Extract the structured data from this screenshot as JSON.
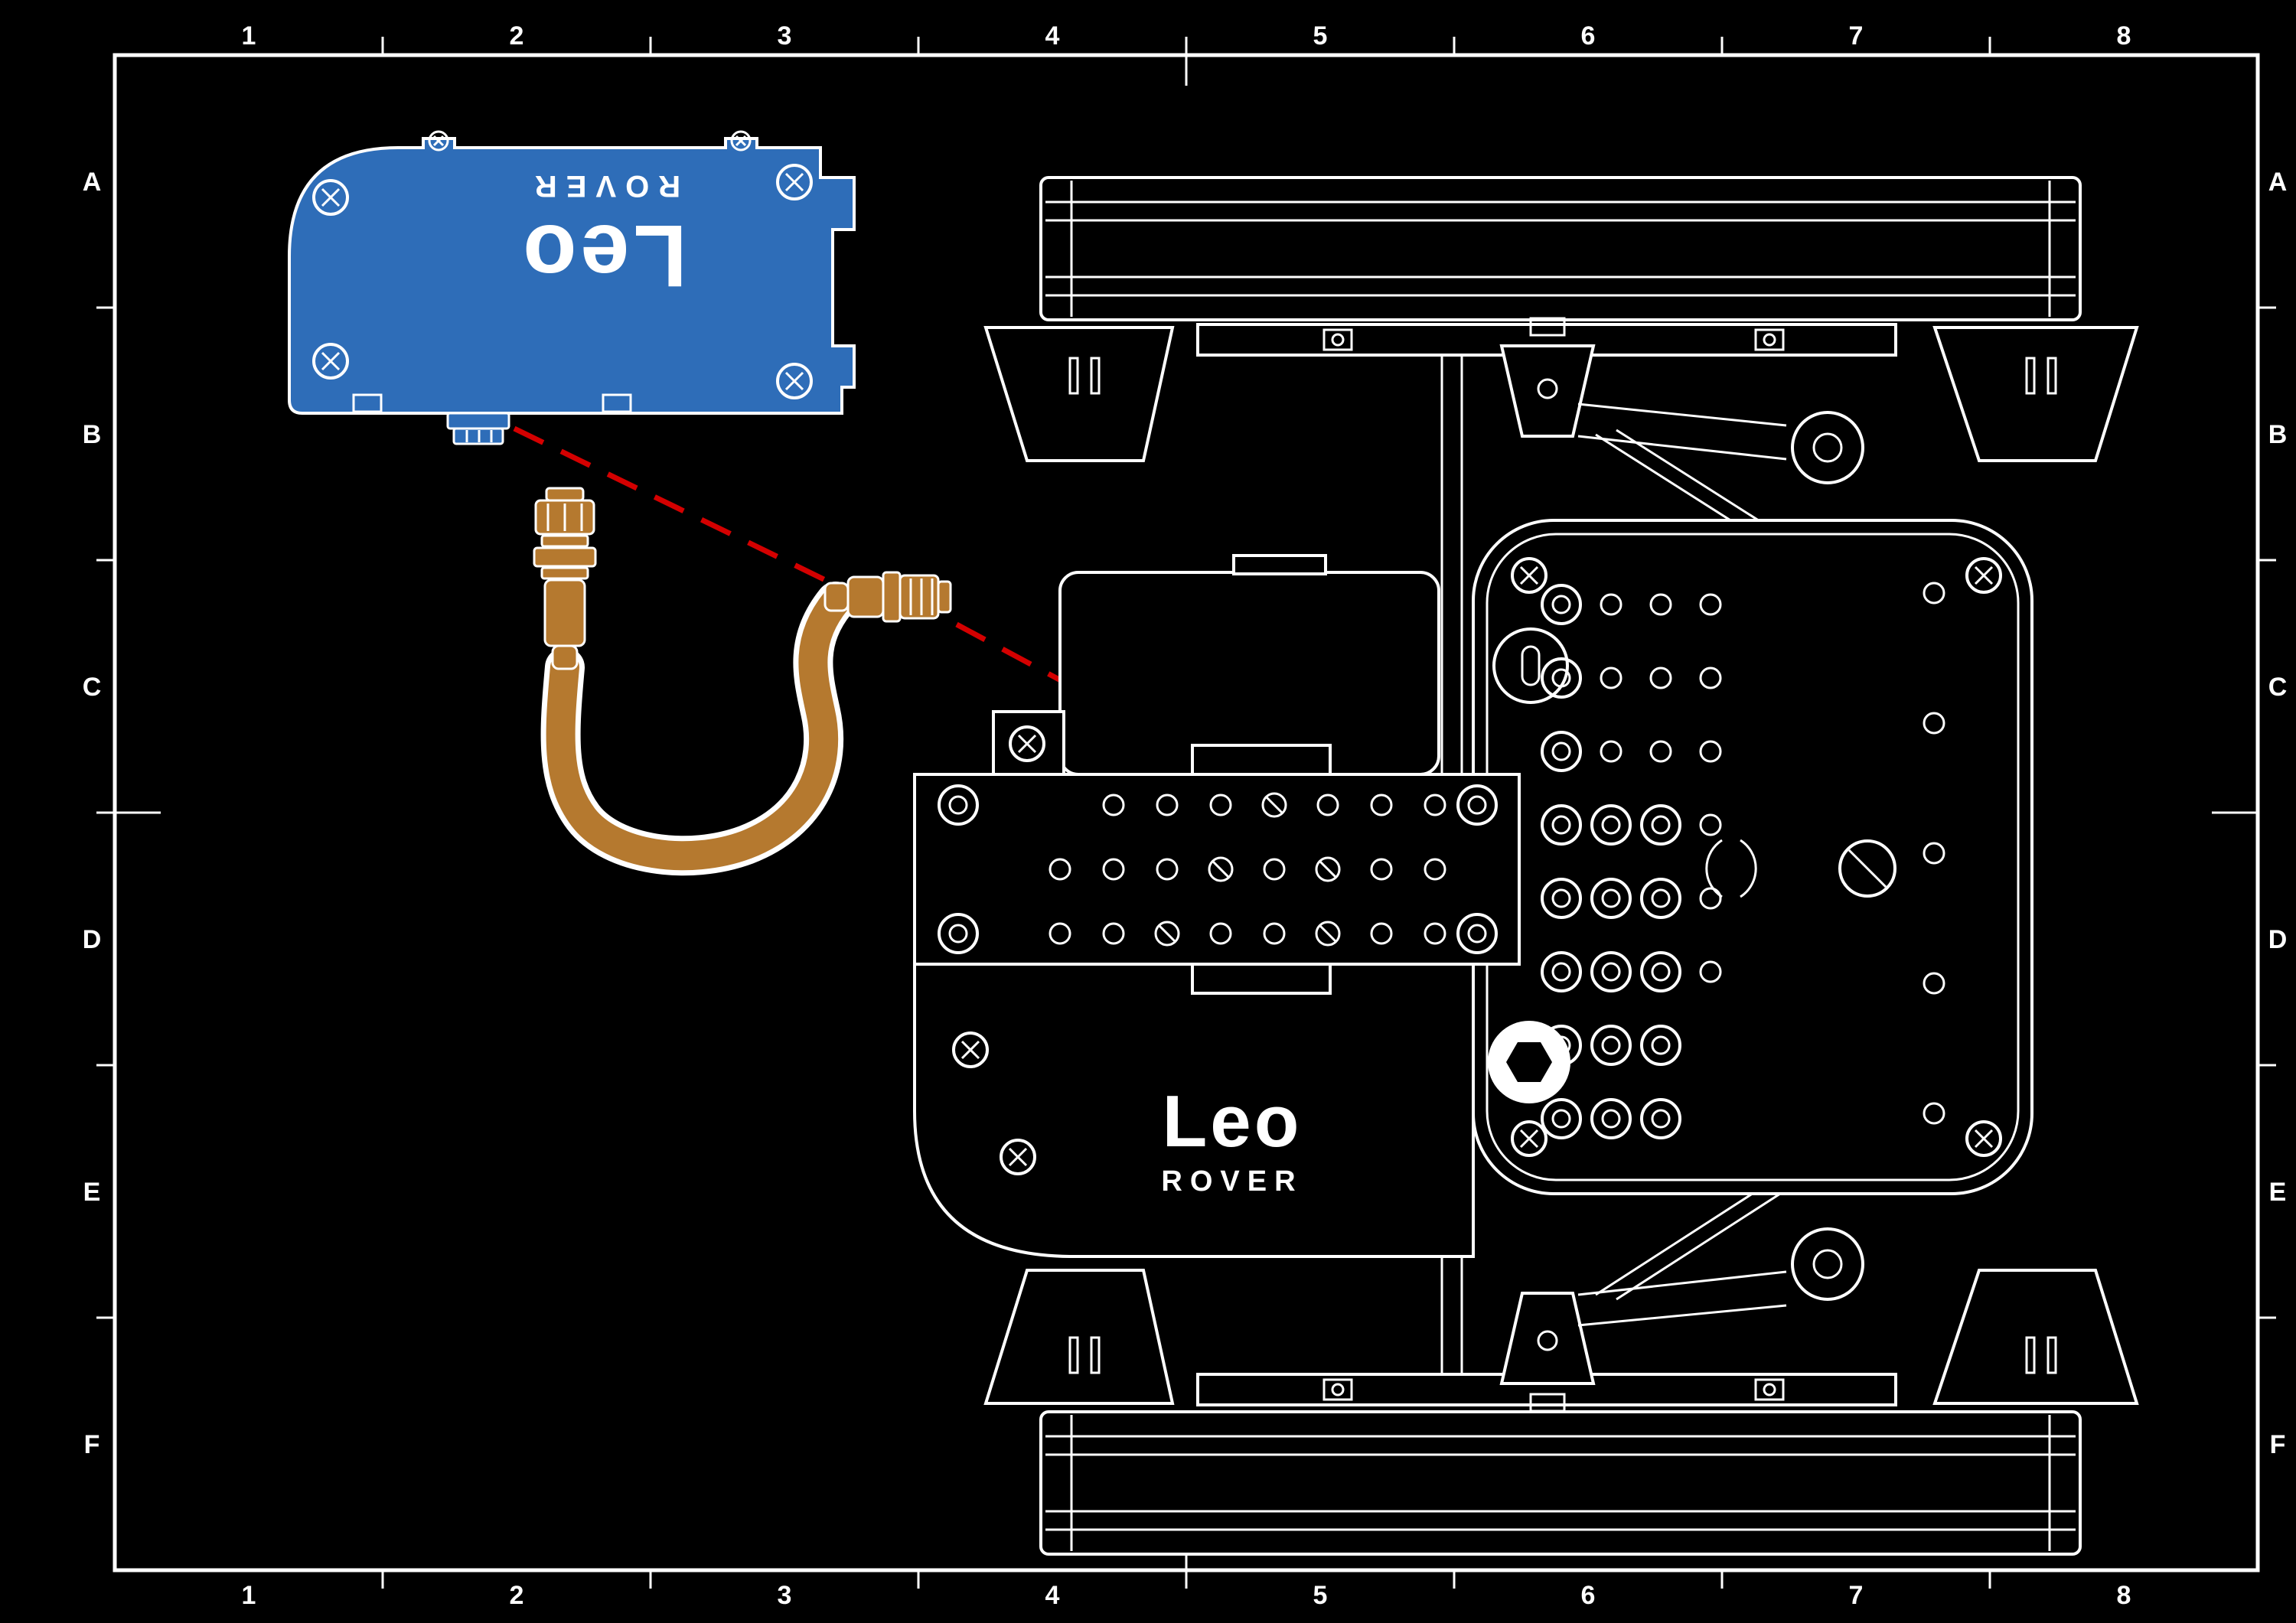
{
  "diagram": {
    "grid": {
      "columns": [
        "1",
        "2",
        "3",
        "4",
        "5",
        "6",
        "7",
        "8"
      ],
      "rows": [
        "A",
        "B",
        "C",
        "D",
        "E",
        "F"
      ]
    },
    "battery_box": {
      "logo_top": "Leo",
      "logo_bottom": "ROVER",
      "fill_color": "#2e6db8"
    },
    "rover_body": {
      "logo_top": "Leo",
      "logo_bottom": "ROVER"
    },
    "cable": {
      "color": "#b5792f"
    },
    "connection_line": {
      "color": "#d40000",
      "style": "dashed"
    },
    "colors": {
      "background": "#000000",
      "linework": "#ffffff"
    }
  }
}
